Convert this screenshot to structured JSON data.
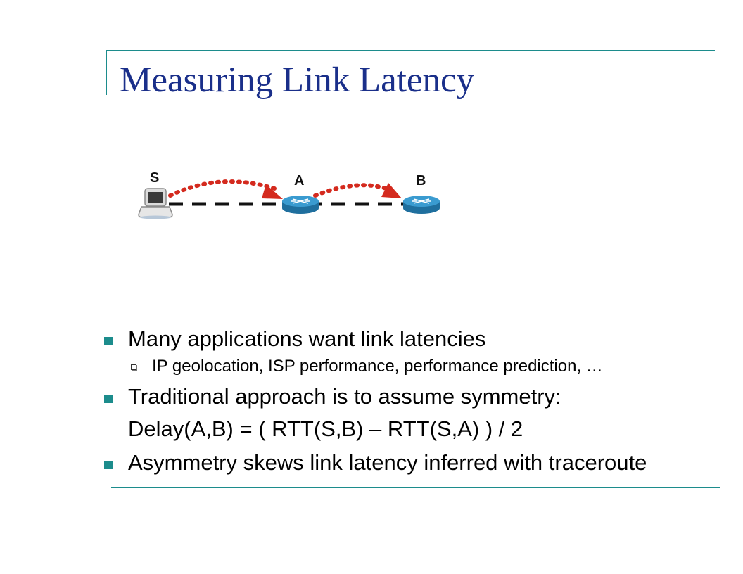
{
  "slide": {
    "title": "Measuring Link Latency"
  },
  "diagram": {
    "nodes": {
      "source": "S",
      "router_a": "A",
      "router_b": "B"
    },
    "colors": {
      "probe_arrow": "#d42a1e",
      "link_dash": "#111111",
      "router": "#2e8fc4",
      "accent": "#1c8c8c",
      "title": "#1a2f8a"
    },
    "icons": [
      "laptop-icon",
      "router-icon",
      "router-icon"
    ]
  },
  "bullets": [
    {
      "text": "Many applications want link latencies",
      "sub": [
        "IP geolocation, ISP performance, performance prediction, …"
      ]
    },
    {
      "text": "Traditional approach is to assume symmetry:",
      "continuation": "Delay(A,B) = ( RTT(S,B) – RTT(S,A) ) / 2"
    },
    {
      "text": "Asymmetry skews link latency inferred with traceroute"
    }
  ]
}
